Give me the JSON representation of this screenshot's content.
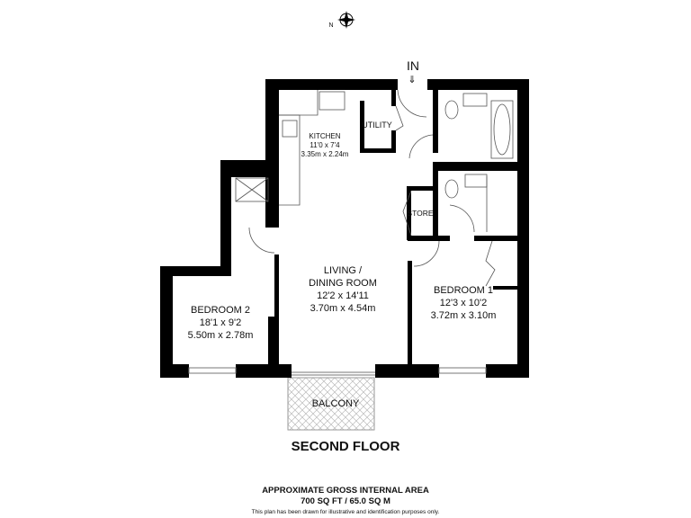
{
  "compass": {
    "label": "N",
    "icon": "compass-rose-icon"
  },
  "entrance": {
    "label": "IN"
  },
  "rooms": {
    "kitchen": {
      "name": "KITCHEN",
      "imperial": "11'0 x 7'4",
      "metric": "3.35m x 2.24m"
    },
    "utility": {
      "name": "UTILITY"
    },
    "store": {
      "name": "STORE"
    },
    "living": {
      "name_line1": "LIVING /",
      "name_line2": "DINING ROOM",
      "imperial": "12'2 x 14'11",
      "metric": "3.70m x 4.54m"
    },
    "bedroom1": {
      "name": "BEDROOM 1",
      "imperial": "12'3 x 10'2",
      "metric": "3.72m x 3.10m"
    },
    "bedroom2": {
      "name": "BEDROOM 2",
      "imperial": "18'1 x 9'2",
      "metric": "5.50m x 2.78m"
    },
    "balcony": {
      "name": "BALCONY"
    }
  },
  "floor_title": "SECOND FLOOR",
  "area": {
    "heading": "APPROXIMATE GROSS INTERNAL AREA",
    "value": "700 SQ FT / 65.0 SQ M"
  },
  "disclaimer": "This plan has been drawn for illustrative and identification purposes only.",
  "colors": {
    "wall": "#000000",
    "fixture": "#555555"
  }
}
